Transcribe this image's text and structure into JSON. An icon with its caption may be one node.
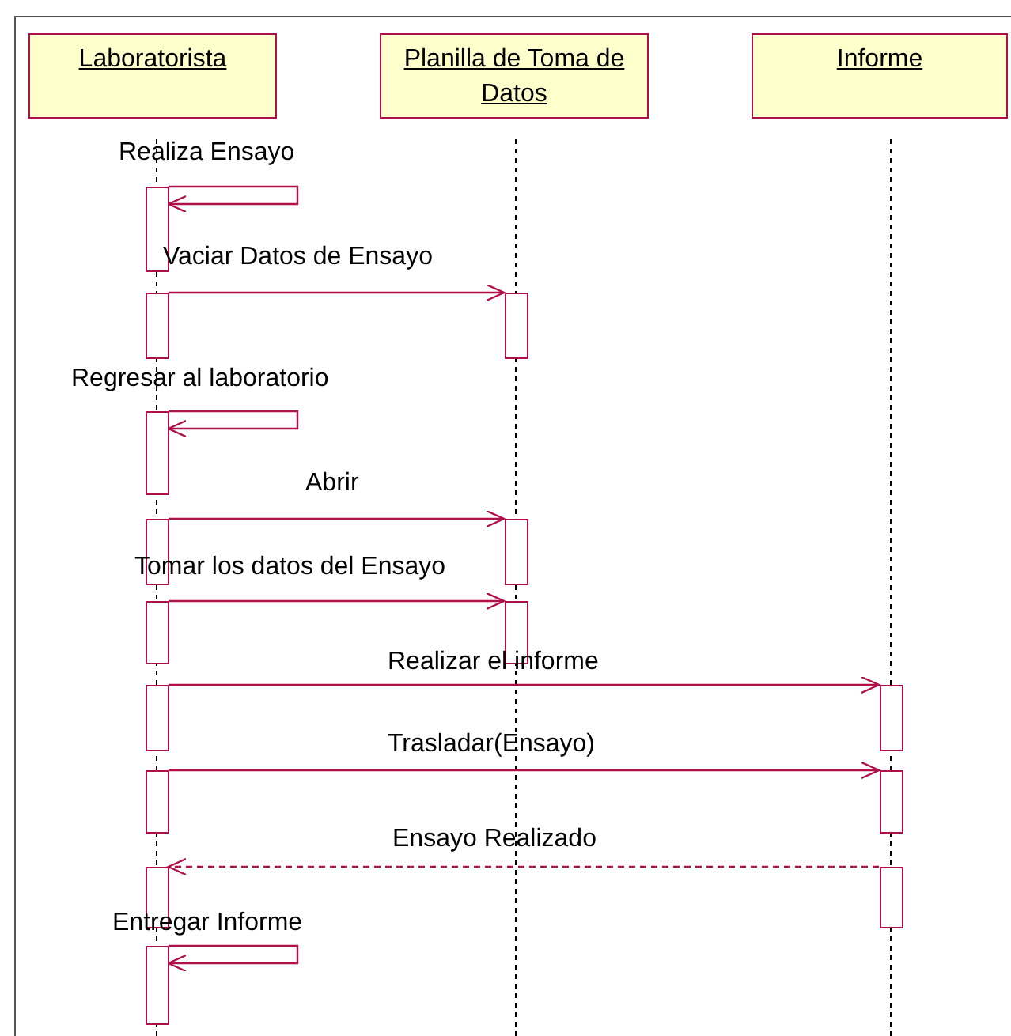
{
  "diagram": {
    "nodes": [
      {
        "text": [
          "Laboratorista"
        ]
      },
      {
        "text": [
          "Planilla de Toma de Datos"
        ]
      },
      {
        "text": [
          "Informe"
        ]
      },
      {
        "text": [],
        "shape": "bar"
      },
      {
        "text": [],
        "shape": "bar"
      },
      {
        "text": [],
        "shape": "bar"
      },
      {
        "text": [],
        "shape": "bar"
      },
      {
        "text": [],
        "shape": "bar"
      },
      {
        "text": [],
        "shape": "bar"
      },
      {
        "text": [],
        "shape": "bar"
      },
      {
        "text": [],
        "shape": "bar"
      },
      {
        "text": [],
        "shape": "bar"
      },
      {
        "text": [],
        "shape": "bar"
      },
      {
        "text": [],
        "shape": "bar"
      },
      {
        "text": [],
        "shape": "bar"
      },
      {
        "text": [],
        "shape": "bar"
      },
      {
        "text": [],
        "shape": "bar"
      },
      {
        "text": [],
        "shape": "bar"
      }
    ],
    "edges": [
      {
        "from": 3,
        "to": 3,
        "arrow": "to",
        "label": "Realiza Ensayo"
      },
      {
        "from": 4,
        "to": 5,
        "arrow": "to",
        "label": "Vaciar Datos de Ensayo"
      },
      {
        "from": 6,
        "to": 6,
        "arrow": "to",
        "label": "Regresar al laboratorio"
      },
      {
        "from": 7,
        "to": 8,
        "arrow": "to",
        "label": "Abrir"
      },
      {
        "from": 9,
        "to": 10,
        "arrow": "to",
        "label": "Tomar los datos del Ensayo"
      },
      {
        "from": 11,
        "to": 12,
        "arrow": "to",
        "label": "Realizar el informe"
      },
      {
        "from": 13,
        "to": 14,
        "arrow": "to",
        "label": "Trasladar(Ensayo)"
      },
      {
        "from": 16,
        "to": 15,
        "arrow": "to",
        "label": "Ensayo Realizado",
        "style": "dashed"
      },
      {
        "from": 17,
        "to": 17,
        "arrow": "to",
        "label": "Entregar Informe"
      }
    ]
  }
}
